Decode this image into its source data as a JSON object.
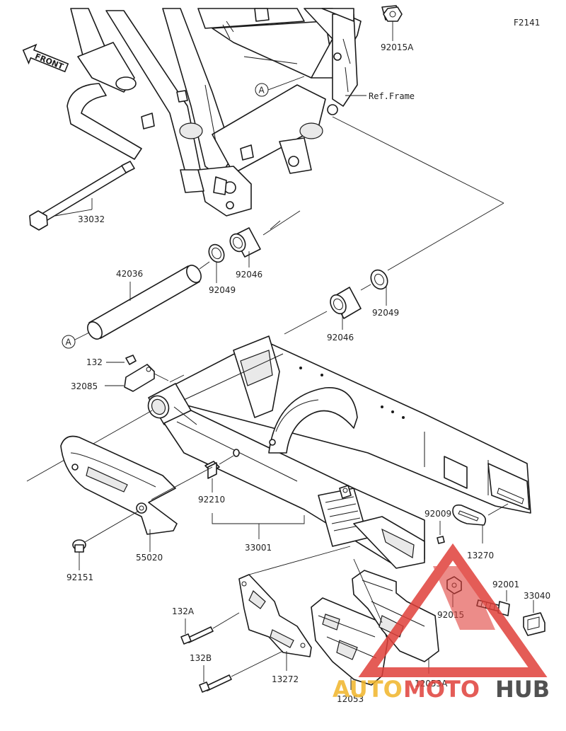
{
  "diagram_id": "F2141",
  "front_label": "FRONT",
  "ref_frame": "Ref.Frame",
  "callout_a": "A",
  "parts": {
    "p33032": "33032",
    "p92015A": "92015A",
    "p42036": "42036",
    "p92049a": "92049",
    "p92046a": "92046",
    "p92049b": "92049",
    "p92046b": "92046",
    "p132": "132",
    "p32085": "32085",
    "p92210": "92210",
    "p33001": "33001",
    "p55020": "55020",
    "p92151": "92151",
    "p92009": "92009",
    "p13270": "13270",
    "p92001": "92001",
    "p33040": "33040",
    "p92015": "92015",
    "p132A": "132A",
    "p132B": "132B",
    "p13272": "13272",
    "p12053": "12053",
    "p12053A": "12053A"
  },
  "watermark": {
    "brand_auto": "AUTO",
    "brand_moto": "MOTO",
    "brand_hub": "HUB",
    "accent_color": "#e0403a",
    "gold_color": "#f0b429"
  }
}
